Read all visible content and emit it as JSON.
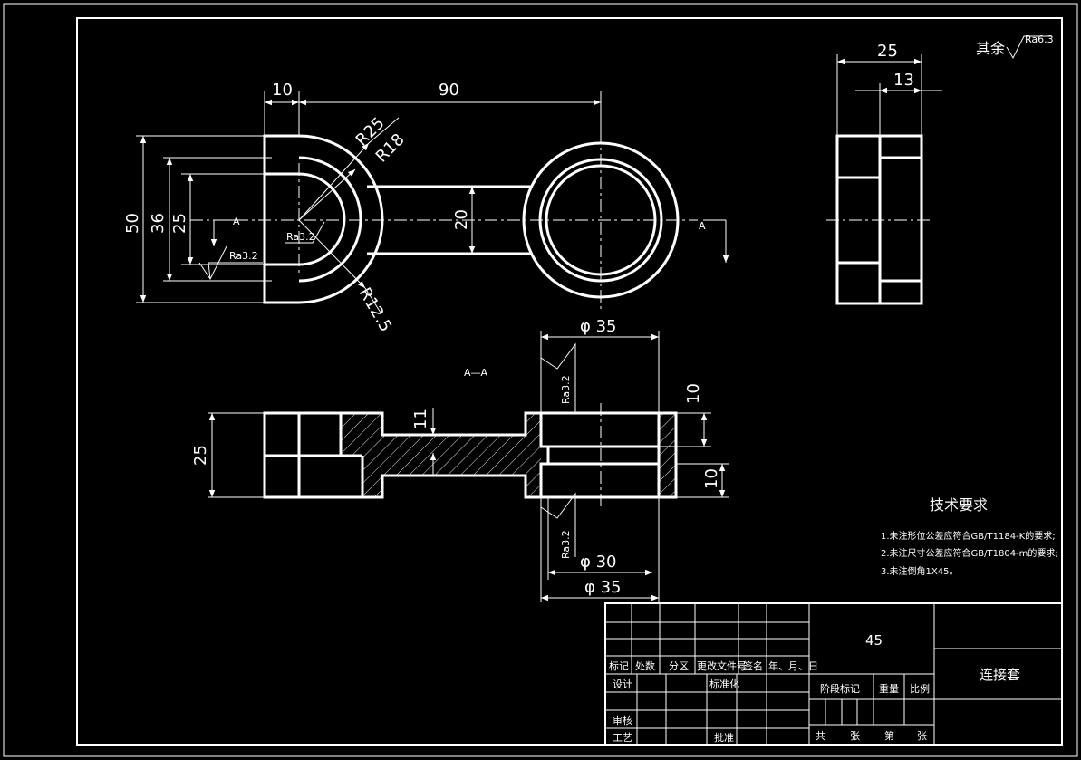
{
  "roughness_note": {
    "label": "其余",
    "value": "Ra6.3"
  },
  "dims": {
    "d10_top": "10",
    "d90": "90",
    "r25": "R25",
    "r18": "R18",
    "r12": "R12.5",
    "d50": "50",
    "d36": "36",
    "d25_left": "25",
    "d20": "20",
    "side_25": "25",
    "side_13": "13",
    "sec_phi35_top": "35",
    "sec_phi30": "30",
    "sec_phi35_bot": "35",
    "sec_11": "11",
    "sec_25": "25",
    "sec_10_top": "10",
    "sec_10_bot": "10",
    "phi": "φ"
  },
  "roughness": {
    "plan": "Ra3.2",
    "plan_center": "Ra3.2",
    "sec_top": "Ra3.2",
    "sec_bot": "Ra3.2"
  },
  "section_marks": {
    "left": "A",
    "right": "A",
    "title": "A—A"
  },
  "requirements": {
    "title": "技术要求",
    "items": [
      "1.未注形位公差应符合GB/T1184-K的要求;",
      "2.未注尺寸公差应符合GB/T1804-m的要求;",
      "3.未注倒角1X45。"
    ]
  },
  "title_block": {
    "material": "45",
    "part_name": "连接套",
    "headers": [
      "标记",
      "处数",
      "分区",
      "更改文件号",
      "签名",
      "年、月、日"
    ],
    "design": "设计",
    "standard": "标准化",
    "check": "审核",
    "process": "工艺",
    "approve": "批准",
    "stage": "阶段标记",
    "weight": "重量",
    "scale": "比例",
    "total": "共",
    "sheets": "张",
    "sheet_no": "第",
    "sheet_unit": "张"
  }
}
